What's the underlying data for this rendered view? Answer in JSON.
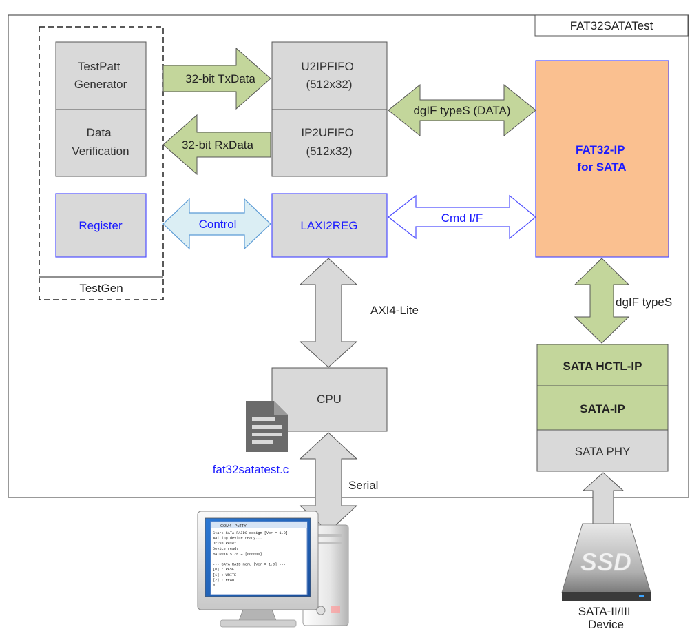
{
  "system_title": "FAT32SATATest",
  "testgen": {
    "title": "TestGen",
    "pattern_generator": [
      "TestPatt",
      "Generator"
    ],
    "data_verification": [
      "Data",
      "Verification"
    ],
    "register": "Register"
  },
  "fifo": {
    "tx": [
      "U2IPFIFO",
      "(512x32)"
    ],
    "rx": [
      "IP2UFIFO",
      "(512x32)"
    ]
  },
  "laxi2reg": "LAXI2REG",
  "cpu": "CPU",
  "fat32_ip": [
    "FAT32-IP",
    "for SATA"
  ],
  "stack": {
    "hctl": "SATA HCTL-IP",
    "ip": "SATA-IP",
    "phy": "SATA PHY"
  },
  "links": {
    "tx_data": "32-bit TxData",
    "rx_data": "32-bit RxData",
    "control": "Control",
    "data_if": "dgIF typeS (DATA)",
    "cmd_if": "Cmd I/F",
    "axi": "AXI4-Lite",
    "dgif": "dgIF typeS",
    "serial": "Serial"
  },
  "source_file": "fat32satatest.c",
  "terminal": {
    "title": "COM4 - PuTTY",
    "lines": [
      "Start SATA RAID0 design [Ver = 1.0]",
      "Waiting device ready...",
      "Drive Reset...",
      "Device ready",
      "RAID0x8 size = [000000]",
      "",
      "--- SATA RAID menu [Ver = 1.0] ---",
      "[0] : RESET",
      "[1] : WRITE",
      "[2] : READ",
      "#"
    ]
  },
  "ssd_label": "SSD",
  "device_label": [
    "SATA-II/III",
    "Device"
  ],
  "colors": {
    "block_gray": "#d9d9d9",
    "arrow_green": "#c3d69b",
    "arrow_blue": "#dbeef4",
    "fat32_fill": "#fac090",
    "sata_green": "#c3d69b",
    "label_blue": "#1a1aff",
    "border_blue": "#4f4fff"
  }
}
